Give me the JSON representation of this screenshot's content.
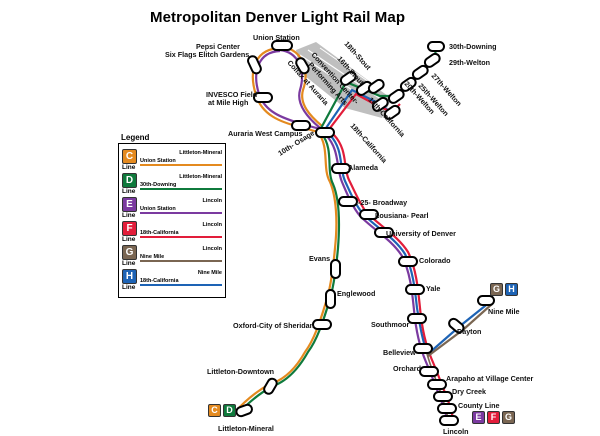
{
  "title": "Metropolitan Denver Light Rail Map",
  "colors": {
    "C": "#e48a1f",
    "D": "#0f7a3c",
    "E": "#7b3aa0",
    "F": "#e21d3a",
    "G": "#7a6652",
    "H": "#1d63b5",
    "downtown_block": "#b8b8b8"
  },
  "legend": {
    "title": "Legend",
    "line_word": "Line",
    "items": [
      {
        "letter": "C",
        "from": "Union Station",
        "to": "Littleton-Mineral",
        "color": "#e48a1f"
      },
      {
        "letter": "D",
        "from": "30th-Downing",
        "to": "Littleton-Mineral",
        "color": "#0f7a3c"
      },
      {
        "letter": "E",
        "from": "Union Station",
        "to": "Lincoln",
        "color": "#7b3aa0"
      },
      {
        "letter": "F",
        "from": "18th-California",
        "to": "Lincoln",
        "color": "#e21d3a"
      },
      {
        "letter": "G",
        "from": "Nine Mile",
        "to": "Lincoln",
        "color": "#7a6652"
      },
      {
        "letter": "H",
        "from": "18th-California",
        "to": "Nine Mile",
        "color": "#1d63b5"
      }
    ]
  },
  "stations": {
    "union_station": "Union Station",
    "pepsi_center": "Pepsi Center",
    "six_flags": "Six Flags Elitch Gardens",
    "invesco": "INVESCO Field",
    "mile_high": "at Mile High",
    "auraria_west": "Auraria West Campus",
    "tenth_osage": "10th- Osage",
    "colfax": "Colfax at Auraria",
    "convention": "Convention Center-",
    "performing_arts": "Performing Arts",
    "sixteenth_stout": "16th-Stout",
    "eighteenth_stout": "18th-Stout",
    "sixteenth_california": "16th-California",
    "eighteenth_california": "18th-California",
    "twentieth_welton": "20th-Welton",
    "twentyfifth_welton": "25th-Welton",
    "twentyseventh_welton": "27th-Welton",
    "twentyninth_welton": "29th-Welton",
    "thirtieth_downing": "30th-Downing",
    "alameda": "Alameda",
    "i25_broadway": "I-25- Broadway",
    "louisiana_pearl": "Lousiana- Pearl",
    "university_denver": "University of Denver",
    "colorado": "Colorado",
    "evans": "Evans",
    "englewood": "Englewood",
    "yale": "Yale",
    "oxford": "Oxford-City of Sheridan",
    "southmoor": "Southmoor",
    "nine_mile": "Nine Mile",
    "dayton": "Dayton",
    "belleview": "Belleview",
    "orchard": "Orchard",
    "arapahoe": "Arapaho at Village Center",
    "dry_creek": "Dry Creek",
    "county_line": "County Line",
    "lincoln": "Lincoln",
    "littleton_downtown": "Littleton-Downtown",
    "littleton_mineral": "Littleton-Mineral"
  },
  "terminal_badges": {
    "mineral": [
      "C",
      "D"
    ],
    "lincoln": [
      "E",
      "F",
      "G"
    ],
    "nine_mile": [
      "G",
      "H"
    ]
  }
}
